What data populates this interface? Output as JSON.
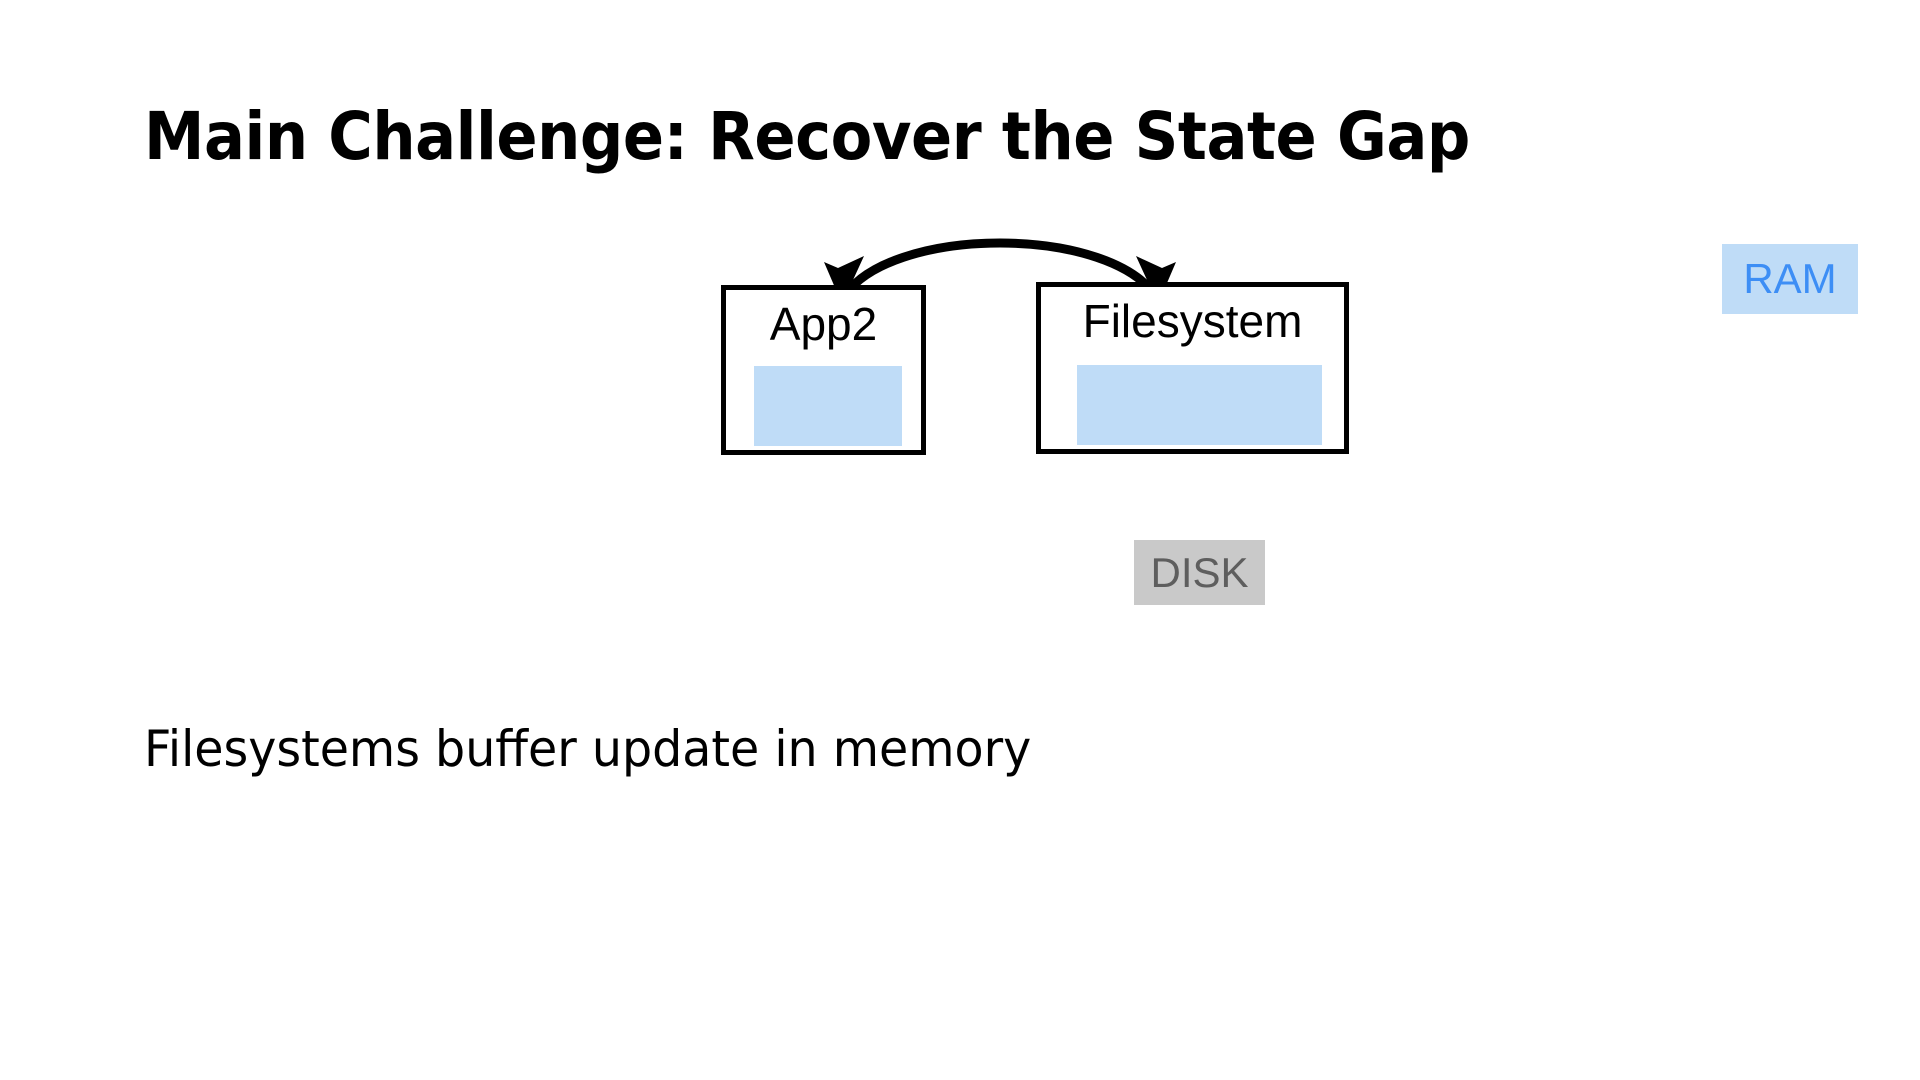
{
  "slide": {
    "title": "Main Challenge: Recover the State Gap",
    "caption": "Filesystems buffer update in memory",
    "background_color": "#ffffff"
  },
  "diagram": {
    "type": "block-diagram",
    "components": [
      {
        "id": "app2",
        "label": "App2",
        "border_color": "#000000",
        "fill_color": "#ffffff",
        "memory_block_color": "#bfdcf7"
      },
      {
        "id": "filesystem",
        "label": "Filesystem",
        "border_color": "#000000",
        "fill_color": "#ffffff",
        "memory_block_color": "#bfdcf7"
      }
    ],
    "connector": {
      "id": "state-gap-arrow",
      "style": "curved-double-headed",
      "from": "app2",
      "to": "filesystem",
      "color": "#000000"
    }
  },
  "legend": {
    "badges": [
      {
        "id": "disk",
        "label": "DISK",
        "background_color": "#c9c9c9",
        "text_color": "#5e5e5e"
      },
      {
        "id": "ram",
        "label": "RAM",
        "background_color": "#bfdcf7",
        "text_color": "#3d8ef5"
      }
    ]
  }
}
